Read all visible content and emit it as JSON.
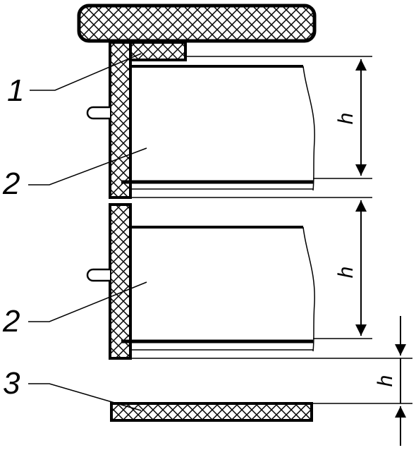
{
  "callouts": {
    "label_1": "1",
    "label_2a": "2",
    "label_2b": "2",
    "label_3": "3"
  },
  "dimensions": {
    "h_upper": "h",
    "h_middle": "h",
    "h_lower": "h"
  },
  "colors": {
    "line": "#000000",
    "background": "#ffffff"
  }
}
